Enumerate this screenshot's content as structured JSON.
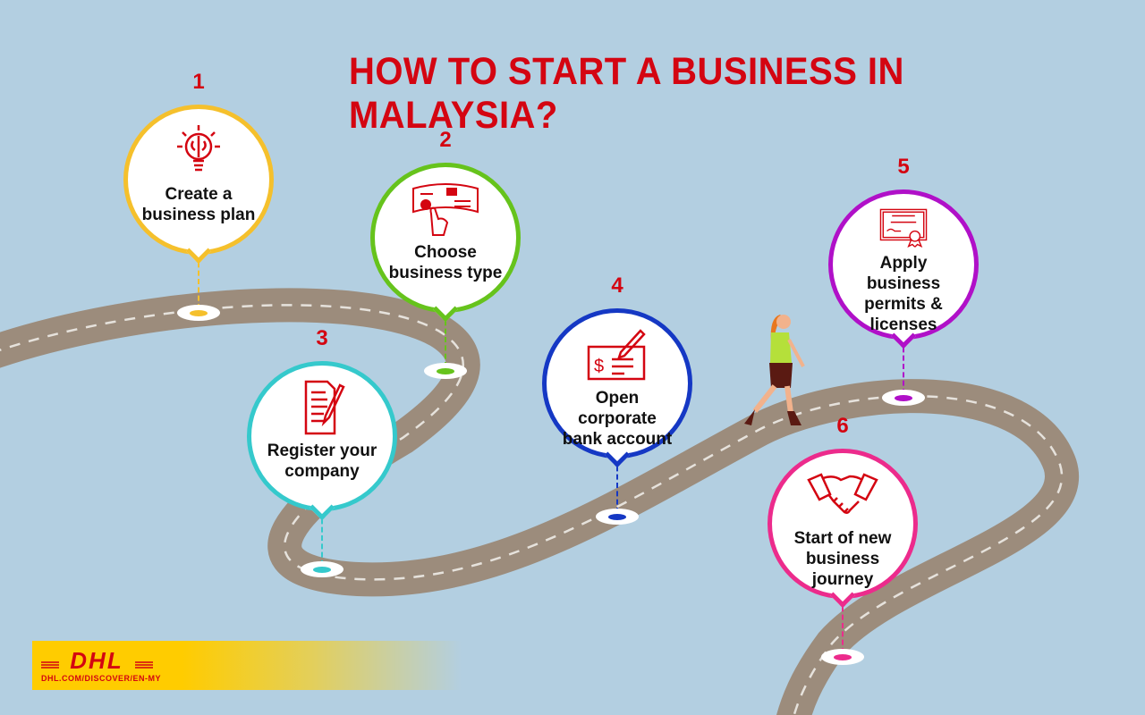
{
  "title": "HOW TO START A BUSINESS IN MALAYSIA?",
  "steps": [
    {
      "number": "1",
      "label": "Create a business plan",
      "icon": "lightbulb-brain-icon",
      "color": "#f5c02c"
    },
    {
      "number": "2",
      "label": "Choose business type",
      "icon": "touch-select-icon",
      "color": "#66c31c"
    },
    {
      "number": "3",
      "label": "Register your company",
      "icon": "document-pen-icon",
      "color": "#35c9cc"
    },
    {
      "number": "4",
      "label": "Open corporate bank account",
      "icon": "cheque-pen-icon",
      "color": "#1538c4"
    },
    {
      "number": "5",
      "label": "Apply business permits & licenses",
      "icon": "certificate-icon",
      "color": "#b010c8"
    },
    {
      "number": "6",
      "label": "Start of new business journey",
      "icon": "handshake-icon",
      "color": "#ec2b8c"
    }
  ],
  "brand": {
    "logo": "DHL",
    "url": "DHL.COM/DISCOVER/EN-MY",
    "yellow": "#ffcc00",
    "red": "#d40511"
  }
}
